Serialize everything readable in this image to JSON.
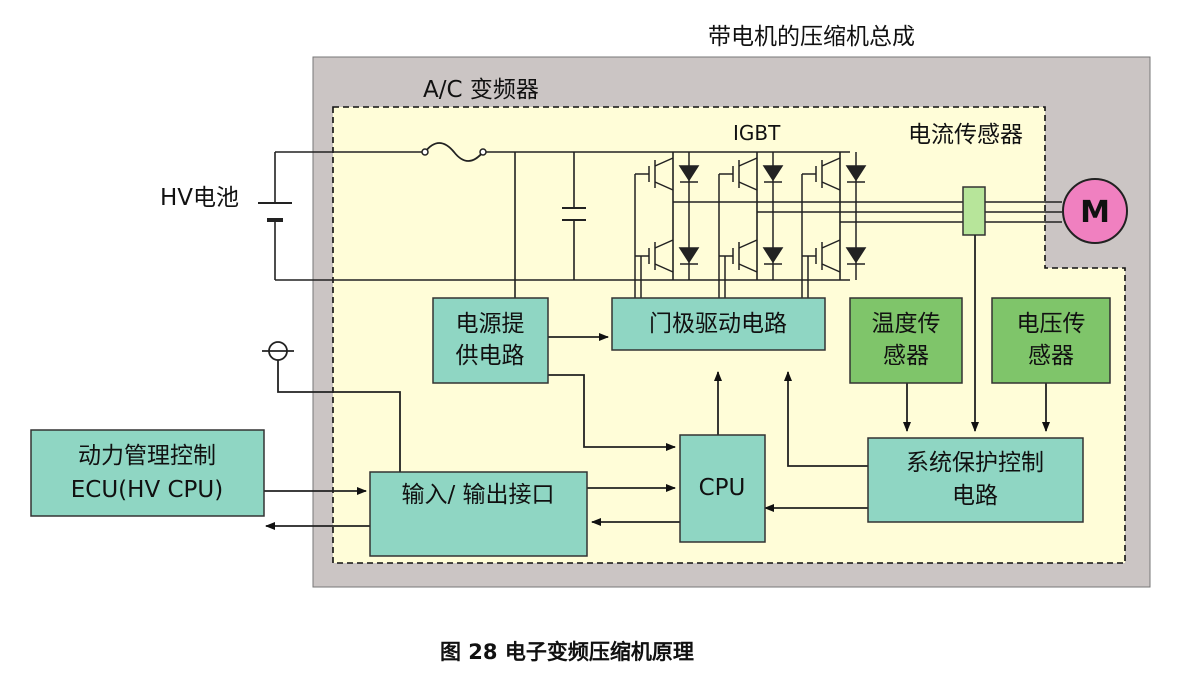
{
  "assembly_label": "带电机的压缩机总成",
  "inverter_label": "A/C 变频器",
  "igbt_label": "IGBT",
  "current_sensor_label": "电流传感器",
  "battery_label": "HV电池",
  "motor_label": "M",
  "boxes": {
    "power_supply": [
      "电源提",
      "供电路"
    ],
    "gate_drive": [
      "门极驱动电路"
    ],
    "temp_sensor": [
      "温度传",
      "感器"
    ],
    "voltage_sensor": [
      "电压传",
      "感器"
    ],
    "ecu": [
      "动力管理控制",
      "ECU(HV CPU)"
    ],
    "io_interface": [
      "输入/ 输出接口"
    ],
    "cpu": [
      "CPU"
    ],
    "protection": [
      "系统保护控制",
      "电路"
    ]
  },
  "caption": "图 28  电子变频压缩机原理",
  "colors": {
    "assembly_fill": "#cbc5c4",
    "inverter_fill": "#fffdd8",
    "box_fill": "#8fd6c3",
    "sensor_fill": "#7fc56a",
    "motor_fill": "#f080c0",
    "current_sensor_fill": "#b7e59a"
  }
}
